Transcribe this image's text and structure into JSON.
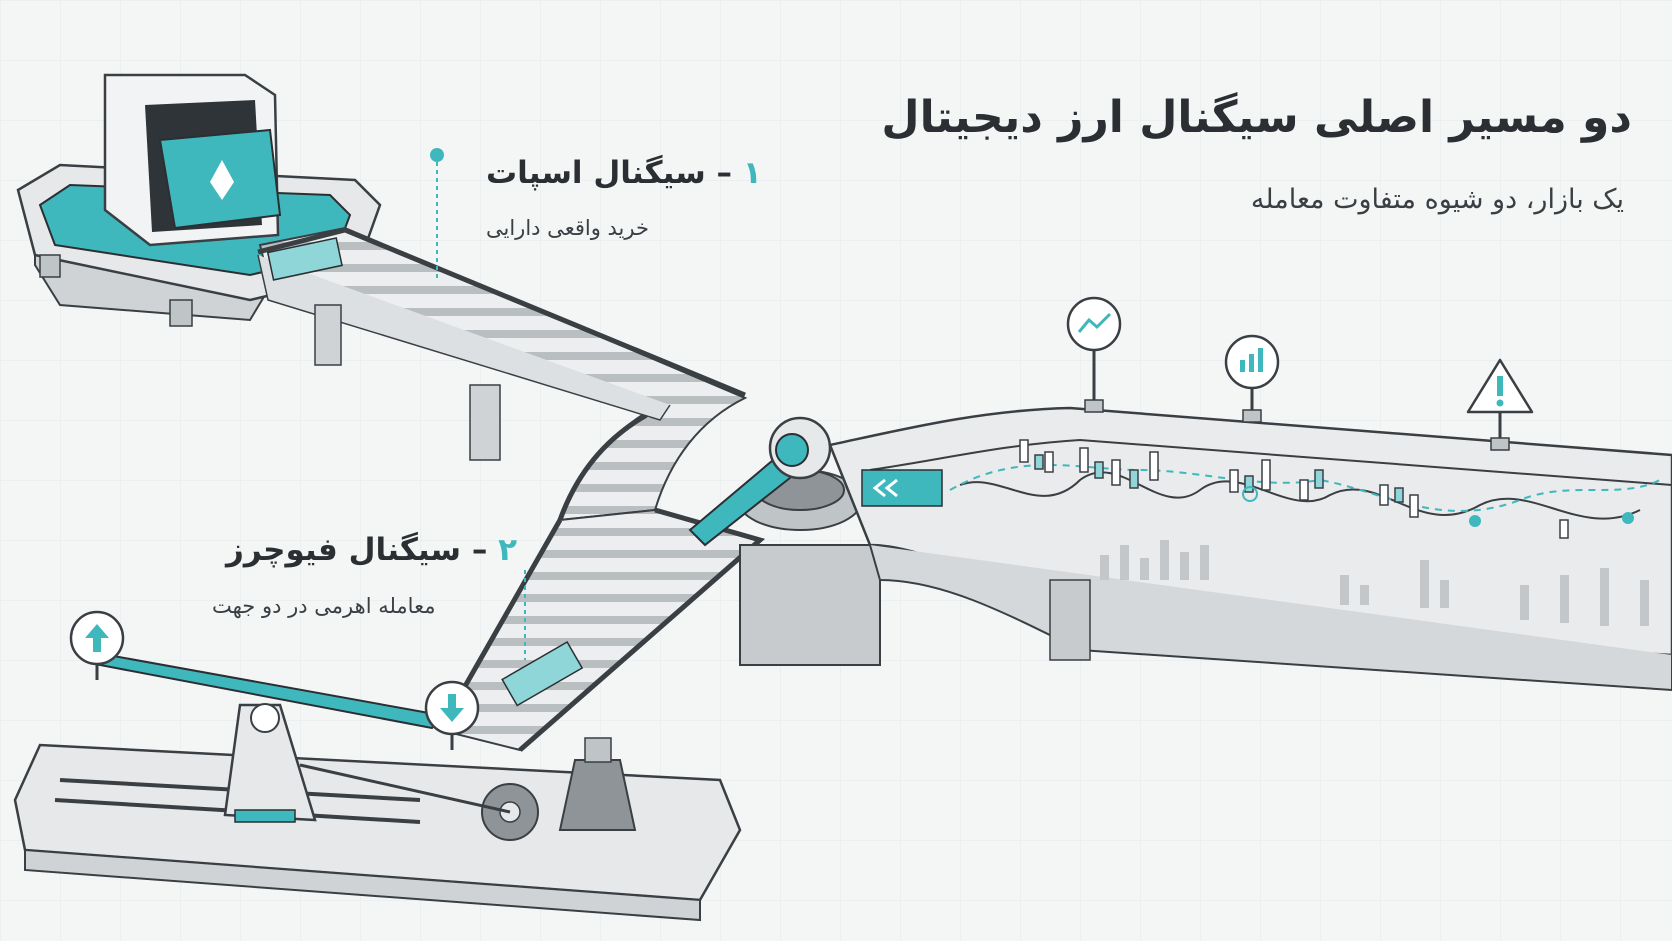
{
  "title": "دو مسیر اصلی سیگنال ارز دیجیتال",
  "subtitle": "یک بازار، دو شیوه متفاوت معامله",
  "paths": [
    {
      "number": "۱",
      "dash": "–",
      "label": "سیگنال اسپات",
      "caption": "خرید واقعی دارایی"
    },
    {
      "number": "۲",
      "dash": "–",
      "label": "سیگنال فیوچرز",
      "caption": "معامله اهرمی در دو جهت"
    }
  ],
  "icons": {
    "market_track_signs": [
      "trend-line-icon",
      "bar-chart-icon",
      "warning-icon"
    ],
    "seesaw_signs": [
      "arrow-up-icon",
      "arrow-down-icon"
    ],
    "crate_symbol": "ethereum-diamond-icon",
    "direction_marker": "double-chevron-left-icon"
  },
  "colors": {
    "accent": "#3fb8bd",
    "accent_light": "#8fd6d8",
    "ink": "#2b2f33",
    "metal": "#d9dcde",
    "background": "#f4f6f6"
  }
}
